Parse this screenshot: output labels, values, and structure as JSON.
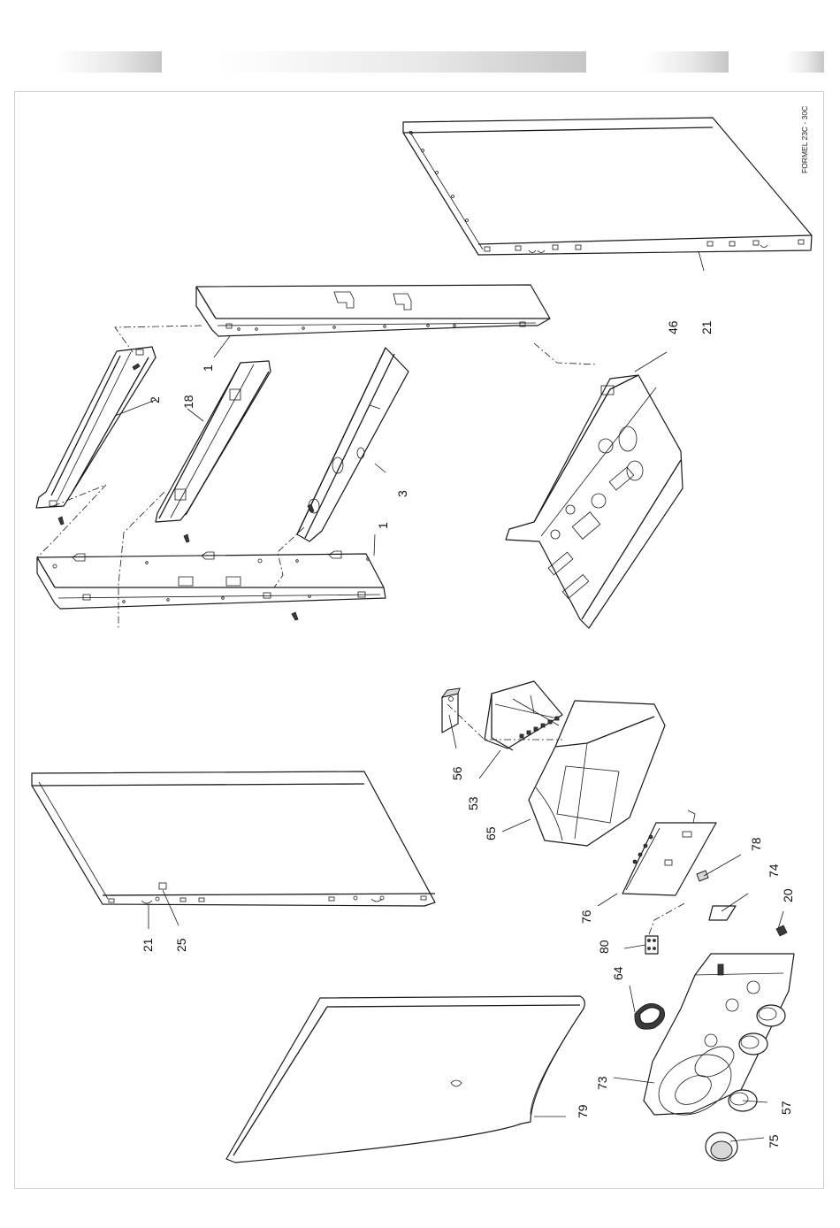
{
  "model_label": "FORMEL 23C - 30C",
  "callouts": {
    "c1a": "1",
    "c1b": "1",
    "c2": "2",
    "c3": "3",
    "c18": "18",
    "c20": "20",
    "c21a": "21",
    "c21b": "21",
    "c25": "25",
    "c46": "46",
    "c53": "53",
    "c56": "56",
    "c57": "57",
    "c64": "64",
    "c65": "65",
    "c73": "73",
    "c74": "74",
    "c75": "75",
    "c76": "76",
    "c78": "78",
    "c79": "79",
    "c80": "80"
  }
}
